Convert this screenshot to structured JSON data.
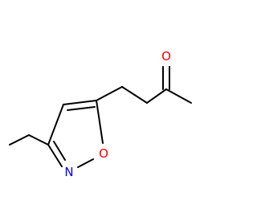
{
  "molecule": {
    "atoms": {
      "ketone_oxygen": "O",
      "ring_nitrogen": "N",
      "ring_oxygen": "O"
    },
    "colors": {
      "bond": "#000000",
      "oxygen": "#ff0000",
      "nitrogen": "#0000ff",
      "background": "#ffffff"
    }
  }
}
